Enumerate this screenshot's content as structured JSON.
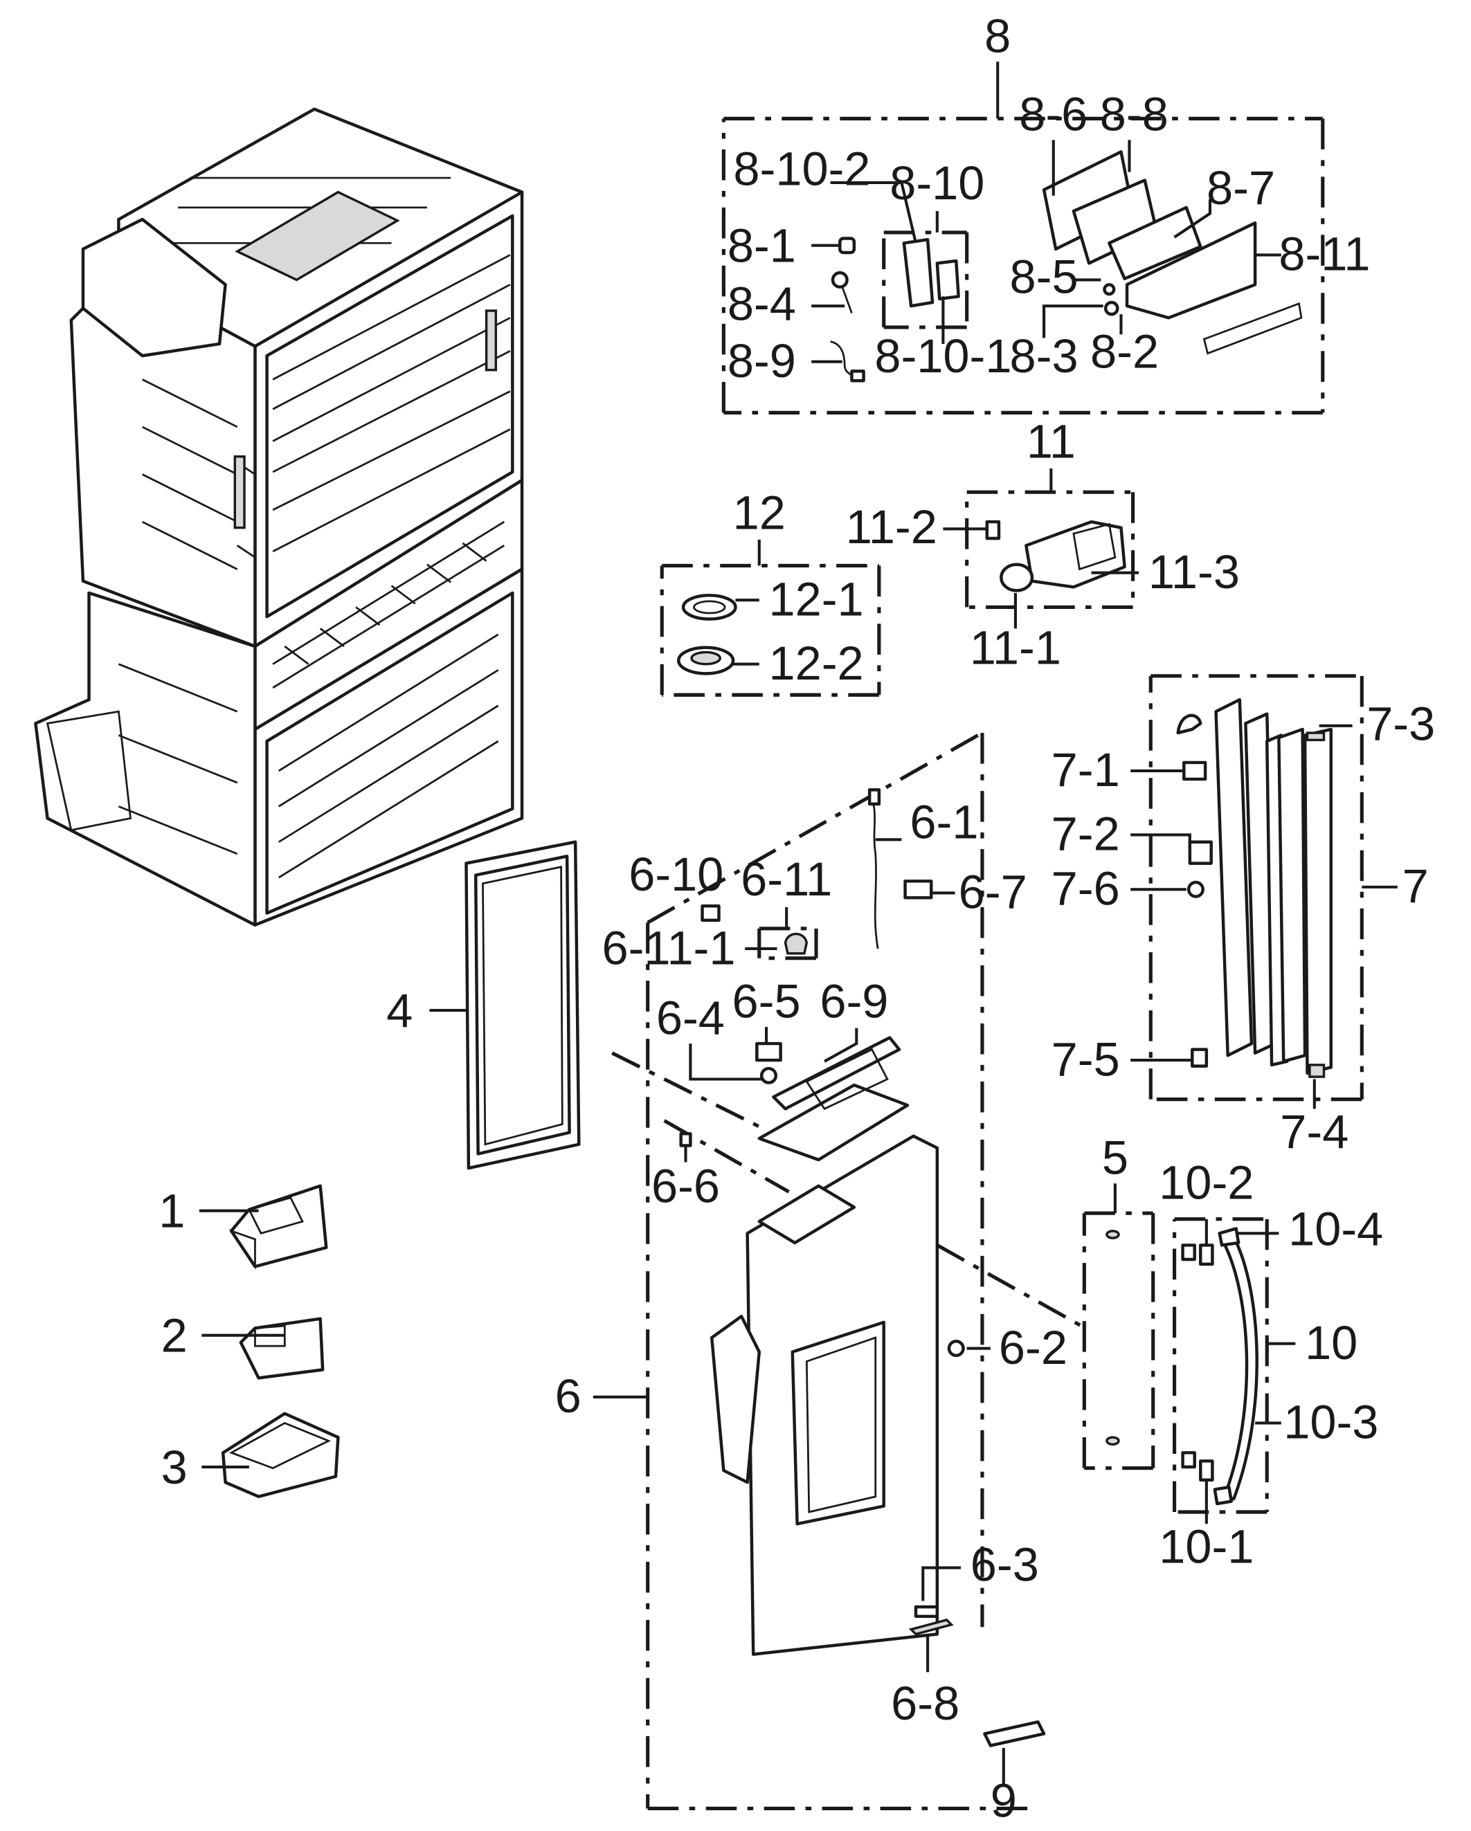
{
  "labels": {
    "p1": "1",
    "p2": "2",
    "p3": "3",
    "p4": "4",
    "p5": "5",
    "p6": "6",
    "p6_1": "6-1",
    "p6_2": "6-2",
    "p6_3": "6-3",
    "p6_4": "6-4",
    "p6_5": "6-5",
    "p6_6": "6-6",
    "p6_7": "6-7",
    "p6_8": "6-8",
    "p6_9": "6-9",
    "p6_10": "6-10",
    "p6_11": "6-11",
    "p6_11_1": "6-11-1",
    "p7": "7",
    "p7_1": "7-1",
    "p7_2": "7-2",
    "p7_3": "7-3",
    "p7_4": "7-4",
    "p7_5": "7-5",
    "p7_6": "7-6",
    "p8": "8",
    "p8_1": "8-1",
    "p8_2": "8-2",
    "p8_3": "8-3",
    "p8_4": "8-4",
    "p8_5": "8-5",
    "p8_6": "8-6",
    "p8_7": "8-7",
    "p8_8": "8-8",
    "p8_9": "8-9",
    "p8_10": "8-10",
    "p8_10_1": "8-10-1",
    "p8_10_2": "8-10-2",
    "p8_11": "8-11",
    "p9": "9",
    "p10": "10",
    "p10_1": "10-1",
    "p10_2": "10-2",
    "p10_3": "10-3",
    "p10_4": "10-4",
    "p11": "11",
    "p11_1": "11-1",
    "p11_2": "11-2",
    "p11_3": "11-3",
    "p12": "12",
    "p12_1": "12-1",
    "p12_2": "12-2"
  }
}
